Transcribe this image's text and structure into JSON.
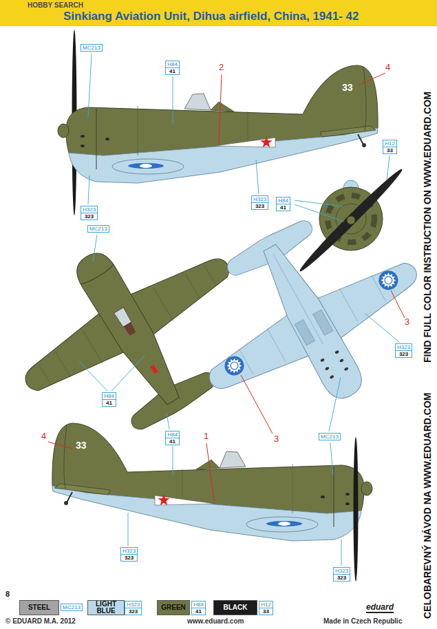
{
  "diagram": {
    "title": "Sinkiang Aviation Unit, Dihua airfield, China, 1941- 42",
    "nodes": [
      {
        "text": [
          "MC213"
        ]
      },
      {
        "text": [
          "H84",
          "41"
        ]
      },
      {
        "text": [
          "H12",
          "33"
        ]
      },
      {
        "text": [
          "H323",
          "323"
        ]
      },
      {
        "text": [
          "H84",
          "41"
        ]
      },
      {
        "text": [
          "H323",
          "323"
        ]
      },
      {
        "text": [
          "MC213"
        ]
      },
      {
        "text": [
          "H323",
          "323"
        ]
      },
      {
        "text": [
          "H84",
          "41"
        ]
      },
      {
        "text": [
          "H84",
          "41"
        ]
      },
      {
        "text": [
          "MC213"
        ]
      },
      {
        "text": [
          "H323",
          "323"
        ]
      },
      {
        "text": [
          "H323",
          "323"
        ]
      },
      {
        "text": [
          "MC213"
        ]
      },
      {
        "text": [
          "H323",
          "323"
        ]
      },
      {
        "text": [
          "H84",
          "41"
        ]
      },
      {
        "text": [
          "H12",
          "33"
        ]
      }
    ],
    "labels": [
      "HOBBY SEARCH",
      "2",
      "4",
      "33",
      "3",
      "4",
      "1",
      "33",
      "3",
      "FIND FULL COLOR INSTRUCTION ON WWW.EDUARD.COM",
      "CELOBAREVNÝ NÁVOD NA WWW.EDUARD.COM",
      "8",
      "© EDUARD M.A. 2012",
      "www.eduard.com",
      "eduard",
      "Made in Czech Republic"
    ],
    "legend": [
      {
        "text": "STEEL",
        "color": "#a3a3a3"
      },
      {
        "text": "LIGHT BLUE",
        "color": "#bcd9ea"
      },
      {
        "text": "GREEN",
        "color": "#6f7644"
      },
      {
        "text": "BLACK",
        "color": "#1c1c1c"
      }
    ]
  }
}
